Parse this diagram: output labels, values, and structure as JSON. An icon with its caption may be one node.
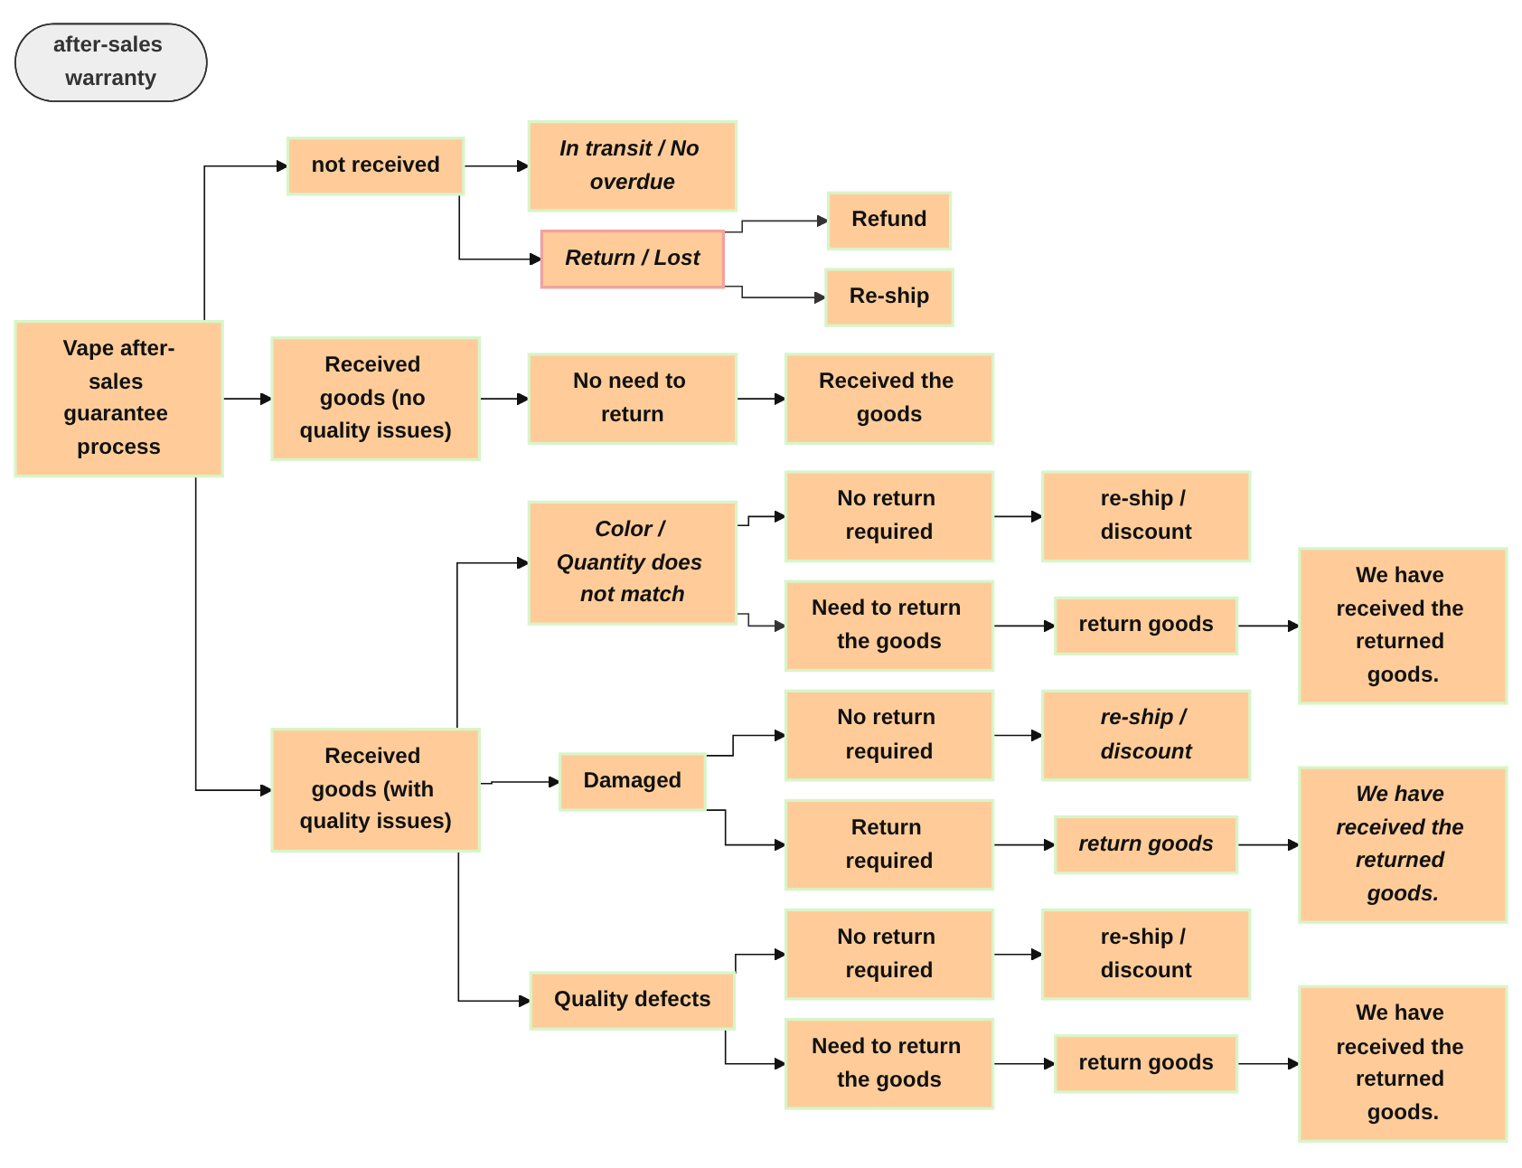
{
  "diagram": {
    "nodes": [
      {
        "text": [
          "after-sales warranty"
        ]
      },
      {
        "text": [
          "Vape after-sales guarantee process"
        ]
      },
      {
        "text": [
          "not received"
        ]
      },
      {
        "text": [
          "In transit / No overdue"
        ]
      },
      {
        "text": [
          "Return / Lost"
        ]
      },
      {
        "text": [
          "Refund"
        ]
      },
      {
        "text": [
          "Re-ship"
        ]
      },
      {
        "text": [
          "Received goods (no quality issues)"
        ]
      },
      {
        "text": [
          "No need to return"
        ]
      },
      {
        "text": [
          "Received the goods"
        ]
      },
      {
        "text": [
          "Received goods (with quality issues)"
        ]
      },
      {
        "text": [
          "Color / Quantity does not match"
        ]
      },
      {
        "text": [
          "No return required"
        ]
      },
      {
        "text": [
          "re-ship / discount"
        ]
      },
      {
        "text": [
          "Need to return the goods"
        ]
      },
      {
        "text": [
          "return goods"
        ]
      },
      {
        "text": [
          "We have received the returned goods."
        ]
      },
      {
        "text": [
          "Damaged"
        ]
      },
      {
        "text": [
          "No return required"
        ]
      },
      {
        "text": [
          "re-ship / discount"
        ]
      },
      {
        "text": [
          "Return required"
        ]
      },
      {
        "text": [
          "return goods"
        ]
      },
      {
        "text": [
          "We have received the returned goods."
        ]
      },
      {
        "text": [
          "Quality defects"
        ]
      },
      {
        "text": [
          "No return required"
        ]
      },
      {
        "text": [
          "re-ship / discount"
        ]
      },
      {
        "text": [
          "Need to return the goods"
        ]
      },
      {
        "text": [
          "return goods"
        ]
      },
      {
        "text": [
          "We have received the returned goods."
        ]
      }
    ],
    "edges": [
      {
        "from": 1,
        "to": 2,
        "arrow": "to"
      },
      {
        "from": 1,
        "to": 7,
        "arrow": "to"
      },
      {
        "from": 1,
        "to": 10,
        "arrow": "to"
      },
      {
        "from": 2,
        "to": 3,
        "arrow": "to"
      },
      {
        "from": 2,
        "to": 4,
        "arrow": "to"
      },
      {
        "from": 4,
        "to": 5,
        "arrow": "to",
        "color": "#333333"
      },
      {
        "from": 4,
        "to": 6,
        "arrow": "to",
        "color": "#333333"
      },
      {
        "from": 7,
        "to": 8,
        "arrow": "to"
      },
      {
        "from": 8,
        "to": 9,
        "arrow": "to"
      },
      {
        "from": 10,
        "to": 11,
        "arrow": "to"
      },
      {
        "from": 10,
        "to": 17,
        "arrow": "to"
      },
      {
        "from": 10,
        "to": 23,
        "arrow": "to"
      },
      {
        "from": 11,
        "to": 12,
        "arrow": "to"
      },
      {
        "from": 11,
        "to": 14,
        "arrow": "to",
        "color": "#333333"
      },
      {
        "from": 12,
        "to": 13,
        "arrow": "to"
      },
      {
        "from": 14,
        "to": 15,
        "arrow": "to"
      },
      {
        "from": 15,
        "to": 16,
        "arrow": "to"
      },
      {
        "from": 17,
        "to": 18,
        "arrow": "to"
      },
      {
        "from": 17,
        "to": 20,
        "arrow": "to"
      },
      {
        "from": 18,
        "to": 19,
        "arrow": "to"
      },
      {
        "from": 20,
        "to": 21,
        "arrow": "to"
      },
      {
        "from": 21,
        "to": 22,
        "arrow": "to"
      },
      {
        "from": 23,
        "to": 24,
        "arrow": "to"
      },
      {
        "from": 23,
        "to": 26,
        "arrow": "to"
      },
      {
        "from": 24,
        "to": 25,
        "arrow": "to"
      },
      {
        "from": 26,
        "to": 27,
        "arrow": "to"
      },
      {
        "from": 27,
        "to": 28,
        "arrow": "to"
      }
    ]
  }
}
